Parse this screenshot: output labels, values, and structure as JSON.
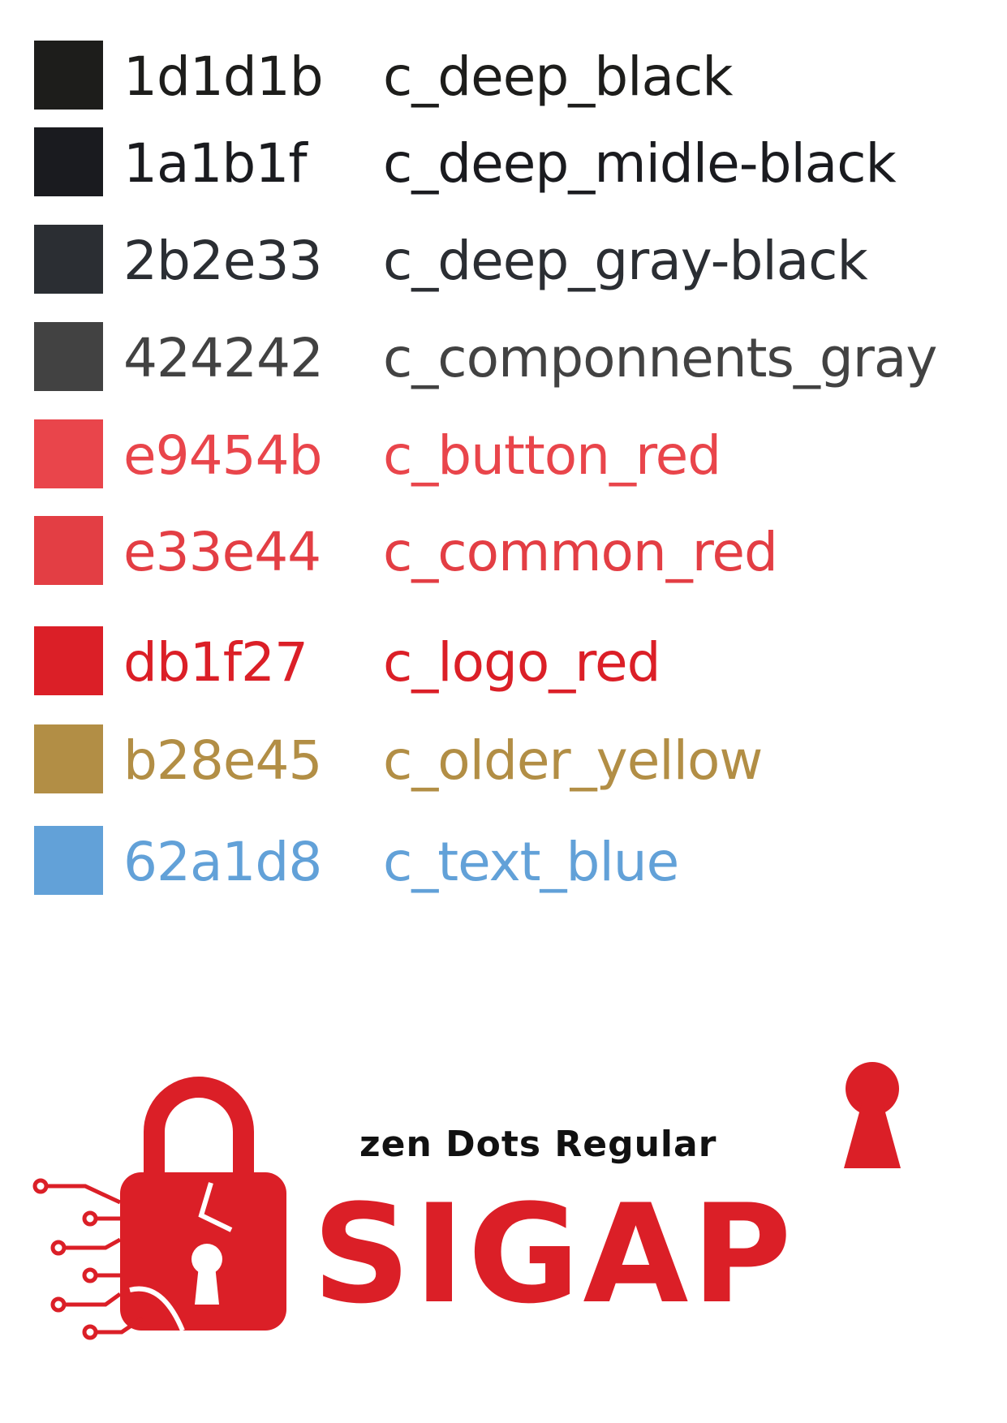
{
  "palette": [
    {
      "hex": "1d1d1b",
      "name": "c_deep_black",
      "color": "#1d1d1b"
    },
    {
      "hex": "1a1b1f",
      "name": "c_deep_midle-black",
      "color": "#1a1b1f"
    },
    {
      "hex": "2b2e33",
      "name": "c_deep_gray-black",
      "color": "#2b2e33"
    },
    {
      "hex": "424242",
      "name": "c_componnents_gray",
      "color": "#424242"
    },
    {
      "hex": "e9454b",
      "name": "c_button_red",
      "color": "#e9454b"
    },
    {
      "hex": "e33e44",
      "name": "c_common_red",
      "color": "#e33e44"
    },
    {
      "hex": "db1f27",
      "name": "c_logo_red",
      "color": "#db1f27"
    },
    {
      "hex": "b28e45",
      "name": "c_older_yellow",
      "color": "#b28e45"
    },
    {
      "hex": "62a1d8",
      "name": "c_text_blue",
      "color": "#62a1d8"
    }
  ],
  "logo": {
    "font_caption": "zen Dots Regular",
    "wordmark": "SIGAP",
    "color": "#db1f27",
    "icon": "padlock-circuit-icon"
  }
}
